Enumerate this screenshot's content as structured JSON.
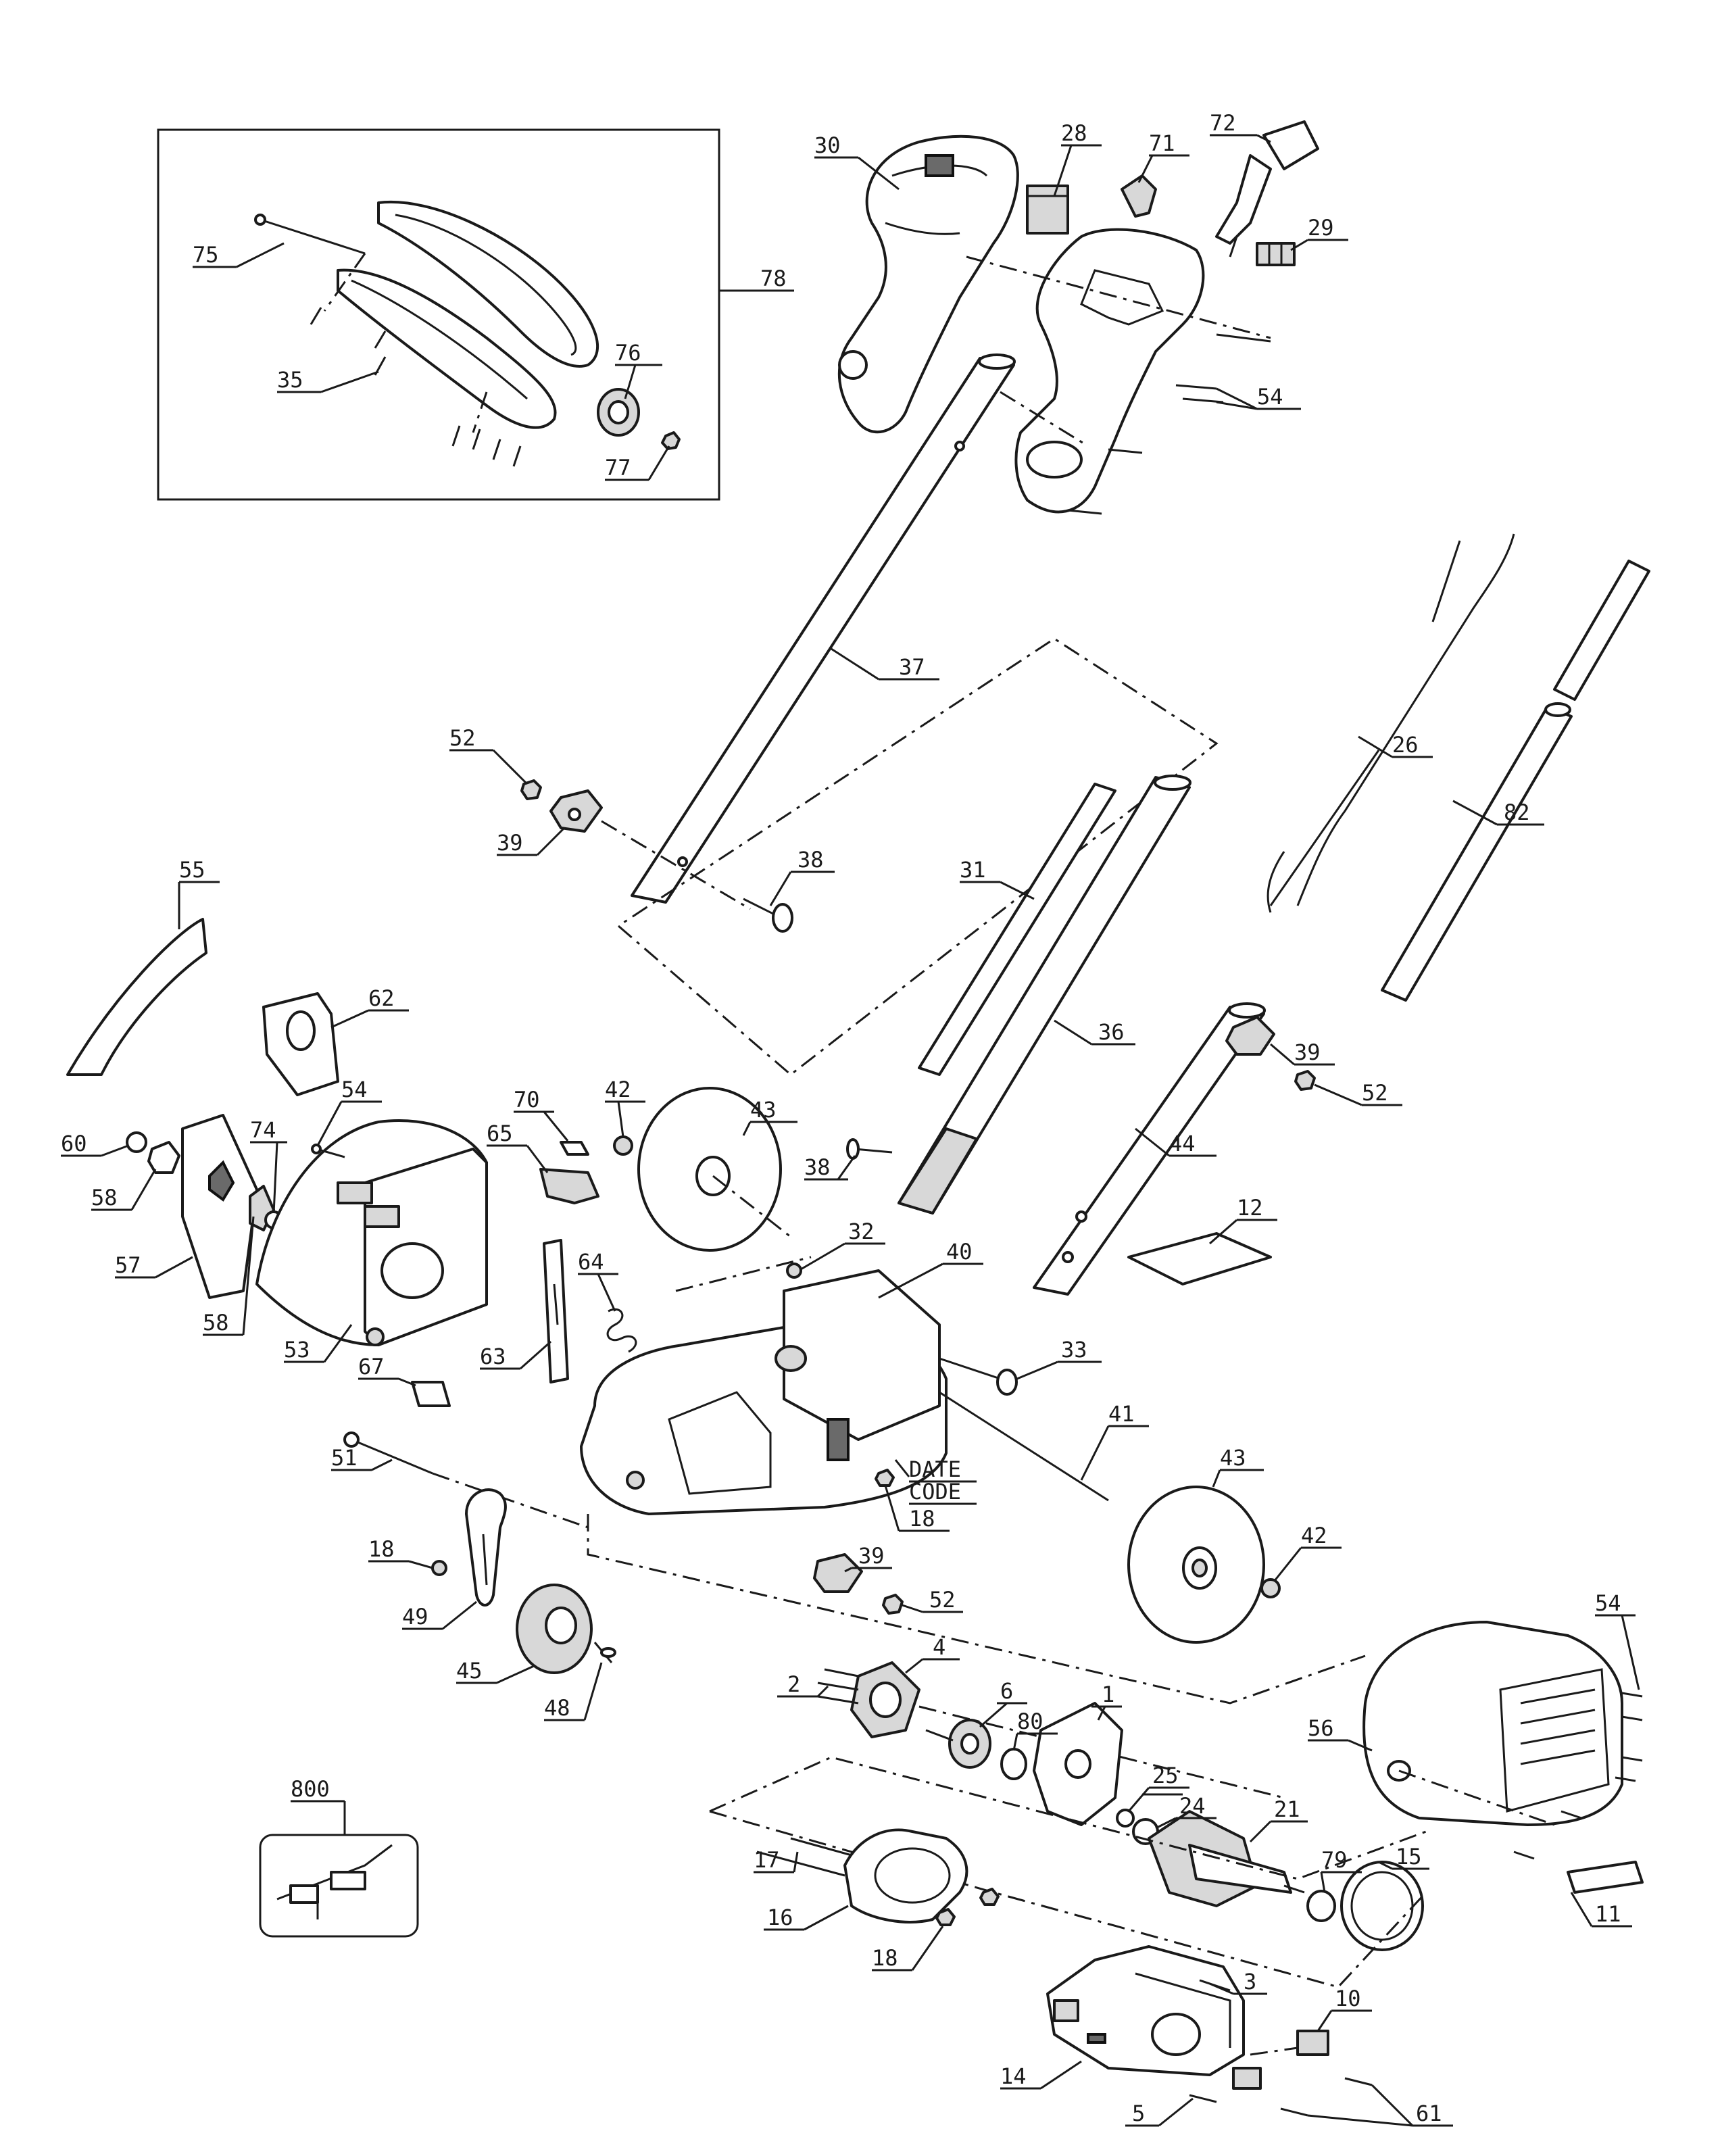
{
  "labels": {
    "p1": "1",
    "p2": "2",
    "p3": "3",
    "p4": "4",
    "p5": "5",
    "p6": "6",
    "p10": "10",
    "p11": "11",
    "p12": "12",
    "p14": "14",
    "p15": "15",
    "p16": "16",
    "p17": "17",
    "p18a": "18",
    "p18b": "18",
    "p18c": "18",
    "p21": "21",
    "p24": "24",
    "p25": "25",
    "p26": "26",
    "p28": "28",
    "p29": "29",
    "p30": "30",
    "p31": "31",
    "p32": "32",
    "p33": "33",
    "p35": "35",
    "p36": "36",
    "p37": "37",
    "p38a": "38",
    "p38b": "38",
    "p39a": "39",
    "p39b": "39",
    "p39c": "39",
    "p40": "40",
    "p41": "41",
    "p42a": "42",
    "p42b": "42",
    "p43a": "43",
    "p43b": "43",
    "p44": "44",
    "p45": "45",
    "p48": "48",
    "p49": "49",
    "p51": "51",
    "p52a": "52",
    "p52b": "52",
    "p52c": "52",
    "p53": "53",
    "p54a": "54",
    "p54b": "54",
    "p54c": "54",
    "p55": "55",
    "p56": "56",
    "p57": "57",
    "p58a": "58",
    "p58b": "58",
    "p60": "60",
    "p61": "61",
    "p62": "62",
    "p63": "63",
    "p64": "64",
    "p65": "65",
    "p67": "67",
    "p70": "70",
    "p71": "71",
    "p72": "72",
    "p74": "74",
    "p75": "75",
    "p76": "76",
    "p77": "77",
    "p78": "78",
    "p79": "79",
    "p80": "80",
    "p82": "82",
    "p800": "800"
  },
  "date_code_line1": "DATE",
  "date_code_line2": "CODE"
}
